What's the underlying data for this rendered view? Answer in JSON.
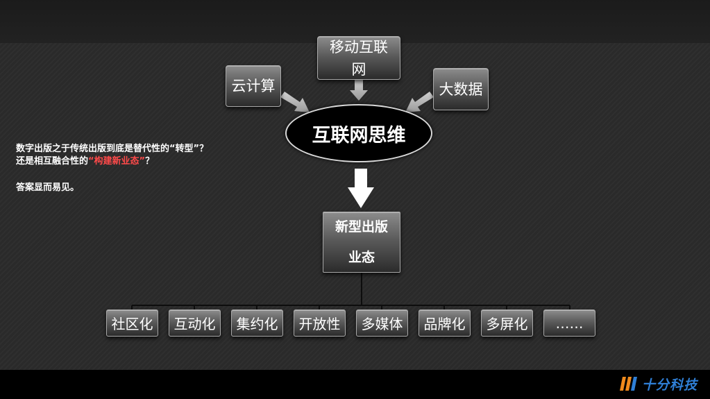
{
  "diagram": {
    "top_inputs": {
      "mobile_line1": "移动互联",
      "mobile_line2": "网",
      "cloud": "云计算",
      "bigdata": "大数据"
    },
    "center": "互联网思维",
    "result_line1": "新型出版",
    "result_line2": "业态",
    "categories": [
      "社区化",
      "互动化",
      "集约化",
      "开放性",
      "多媒体",
      "品牌化",
      "多屏化",
      "……"
    ]
  },
  "text": {
    "line1": "数字出版之于传统出版到底是替代性的“转型”？",
    "line2_prefix": "还是相互融合性的",
    "line2_highlight": "“构建新业态”",
    "line2_suffix": "？",
    "line3": "答案显而易见。"
  },
  "brand": {
    "logo_text": "十分科技"
  },
  "colors": {
    "highlight": "#ff4a4a",
    "brand": "#2f7fd6"
  }
}
